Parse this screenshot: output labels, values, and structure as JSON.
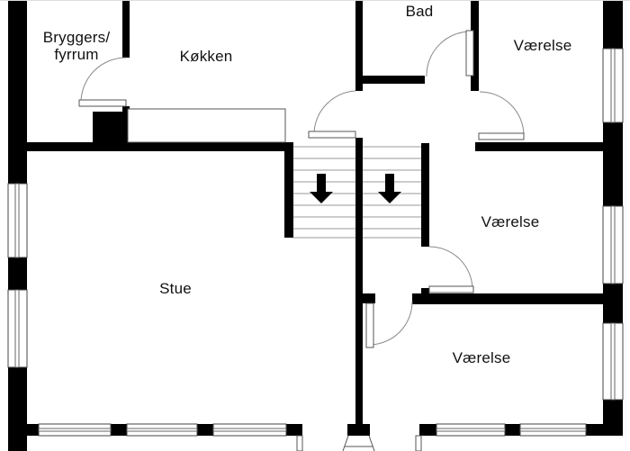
{
  "floorplan": {
    "rooms": {
      "utility": {
        "line1": "Bryggers/",
        "line2": "fyrrum"
      },
      "kitchen": {
        "label": "Køkken"
      },
      "bathroom": {
        "label": "Bad"
      },
      "bedroom_top": {
        "label": "Værelse"
      },
      "bedroom_middle": {
        "label": "Værelse"
      },
      "bedroom_bottom": {
        "label": "Værelse"
      },
      "living_room": {
        "label": "Stue"
      }
    },
    "stairs": {
      "direction": "down",
      "runs": 2
    },
    "colors": {
      "walls": "#000000",
      "background": "#ffffff",
      "door_arc": "#888888",
      "stair_tread": "#9a9a9a",
      "text": "#111111"
    }
  }
}
